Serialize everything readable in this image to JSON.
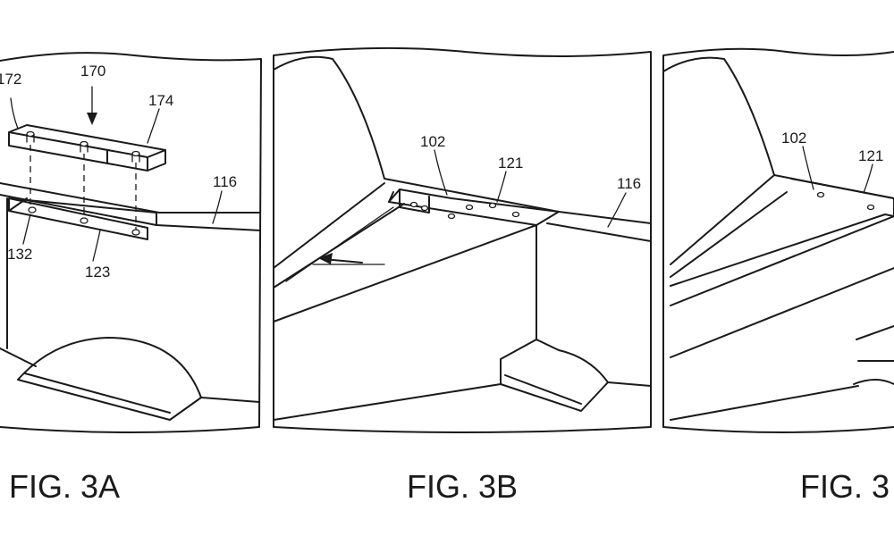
{
  "figures": [
    {
      "caption": "FIG. 3A",
      "refs": {
        "r172": "172",
        "r170": "170",
        "r174": "174",
        "r116": "116",
        "r132": "132",
        "r123": "123"
      }
    },
    {
      "caption": "FIG. 3B",
      "refs": {
        "r102": "102",
        "r121": "121",
        "r116": "116"
      }
    },
    {
      "caption": "FIG. 3",
      "refs": {
        "r102": "102",
        "r121": "121"
      }
    }
  ]
}
